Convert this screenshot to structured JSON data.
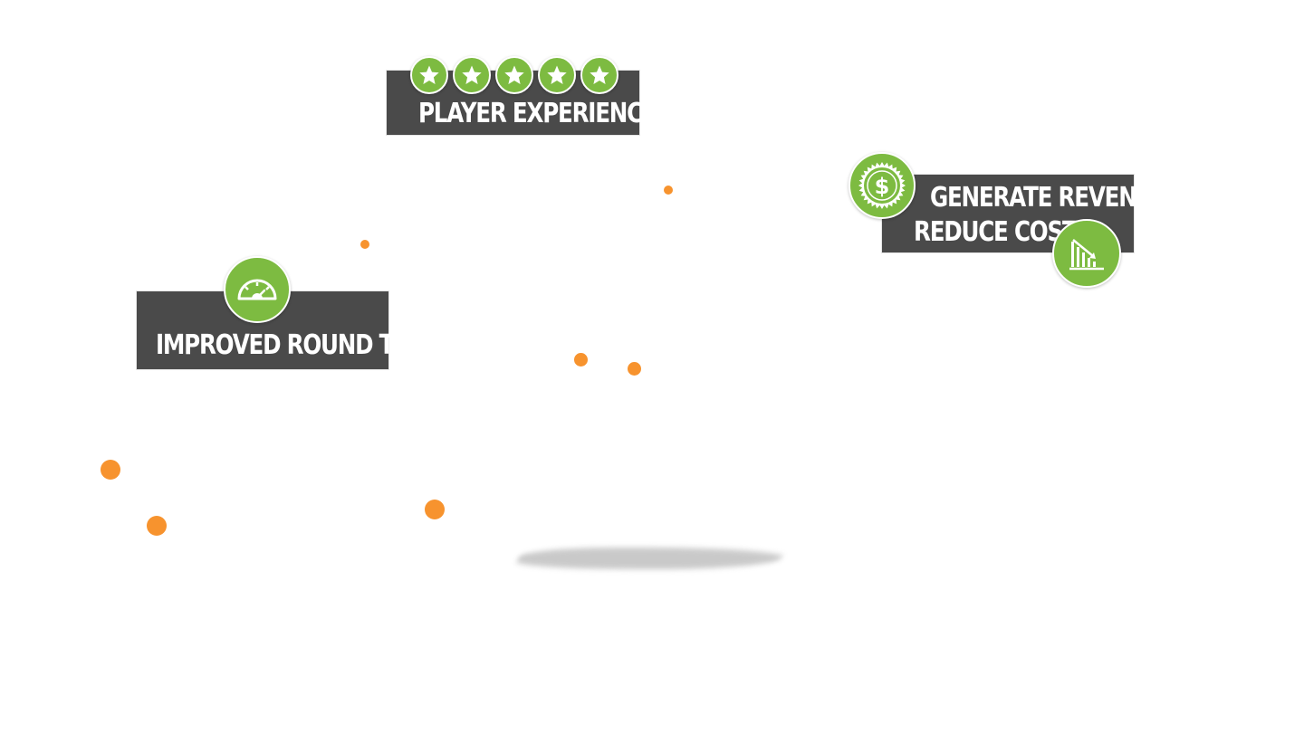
{
  "labels": {
    "player_experience": "PLAYER EXPERIENCE",
    "improved_round_time": "IMPROVED ROUND TIME",
    "generate_revenue": "GENERATE REVENUE",
    "reduce_cost": "REDUCE COST"
  },
  "ratings": {
    "stars_filled": 5,
    "stars_total": 5
  },
  "icons": {
    "star": "star-icon",
    "speedometer": "speedometer-icon",
    "dollar": "dollar-seal-icon",
    "chart_down": "declining-bar-chart-icon"
  },
  "colors": {
    "label_background": "#4a4a4a",
    "badge_green": "#7dbb41",
    "dot_orange": "#f7932e",
    "text": "#ffffff"
  }
}
